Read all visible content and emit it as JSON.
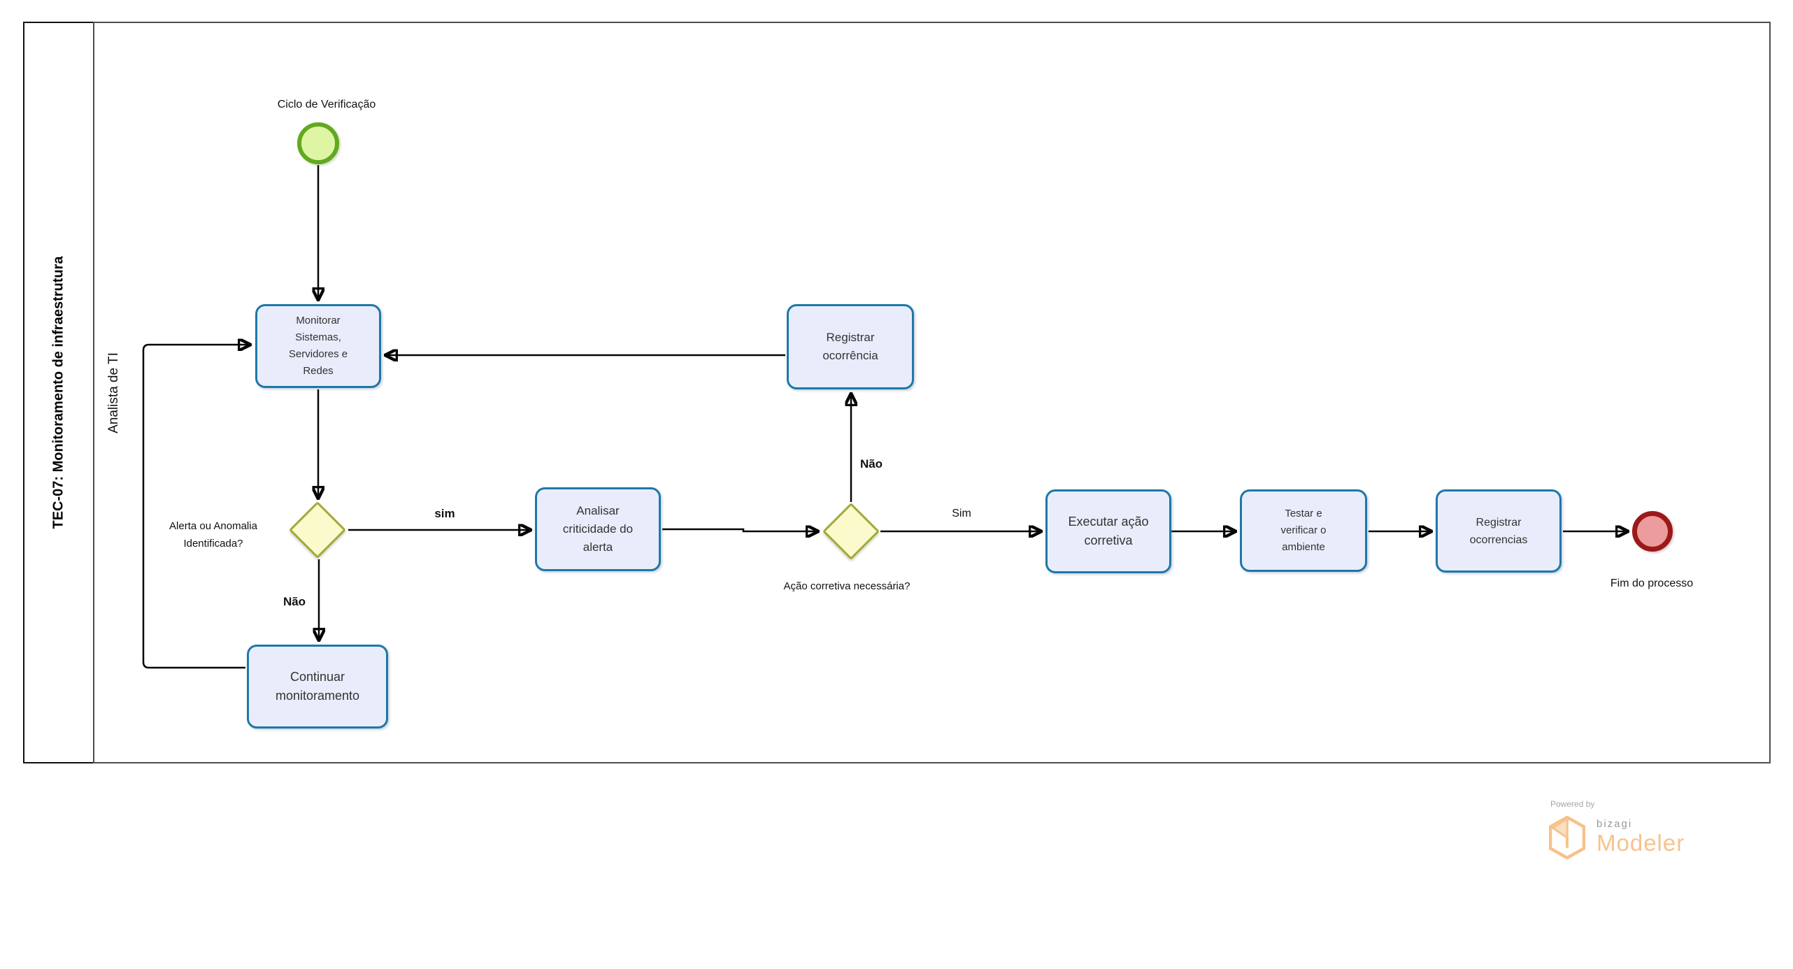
{
  "pool": {
    "title": "TEC-07: Monitoramento de infraestrutura",
    "lane": "Analista de TI"
  },
  "events": {
    "start_label": "Ciclo de Verificação",
    "end_label": "Fim do processo"
  },
  "tasks": {
    "monitorar": "Monitorar Sistemas, Servidores e Redes",
    "analisar": "Analisar criticidade do alerta",
    "registrar_ocorrencia": "Registrar ocorrência",
    "continuar": "Continuar monitoramento",
    "executar": "Executar ação corretiva",
    "testar": "Testar e verificar o ambiente",
    "registrar_ocorrencias": "Registrar ocorrencias"
  },
  "gateways": {
    "alerta": "Alerta ou Anomalia Identificada?",
    "acao_corretiva": "Ação corretiva necessária?"
  },
  "flow_labels": {
    "sim_lower": "sim",
    "nao_gateway1": "Não",
    "nao_gateway2": "Não",
    "sim_upper": "Sim"
  },
  "branding": {
    "powered_by": "Powered by",
    "brand": "bizagi",
    "product": "Modeler"
  },
  "colors": {
    "task_border": "#1e78a8",
    "task_fill": "#e9edfb",
    "gateway_border": "#a2a93a",
    "gateway_fill": "#fafacd",
    "start_border": "#63a81f",
    "start_fill": "#def6a4",
    "end_border": "#9c1919",
    "end_fill": "#ec9c9c",
    "pool_border": "#111111",
    "lane_border": "#4d4d4d",
    "flow_line": "#050505",
    "logo_orange": "#f7c28d",
    "logo_gray": "#9a9a9a"
  }
}
